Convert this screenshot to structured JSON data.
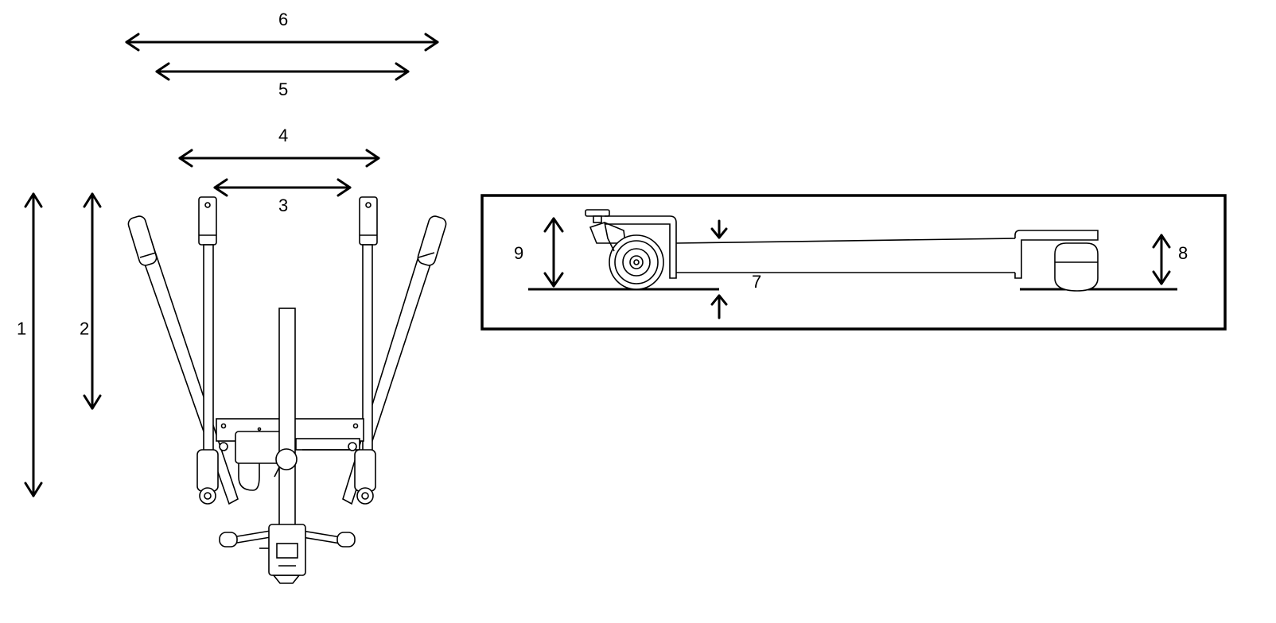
{
  "labels": {
    "d1": "1",
    "d2": "2",
    "d3": "3",
    "d4": "4",
    "d5": "5",
    "d6": "6",
    "d7": "7",
    "d8": "8",
    "d9": "9"
  },
  "colors": {
    "line": "#000000",
    "background": "#ffffff"
  }
}
